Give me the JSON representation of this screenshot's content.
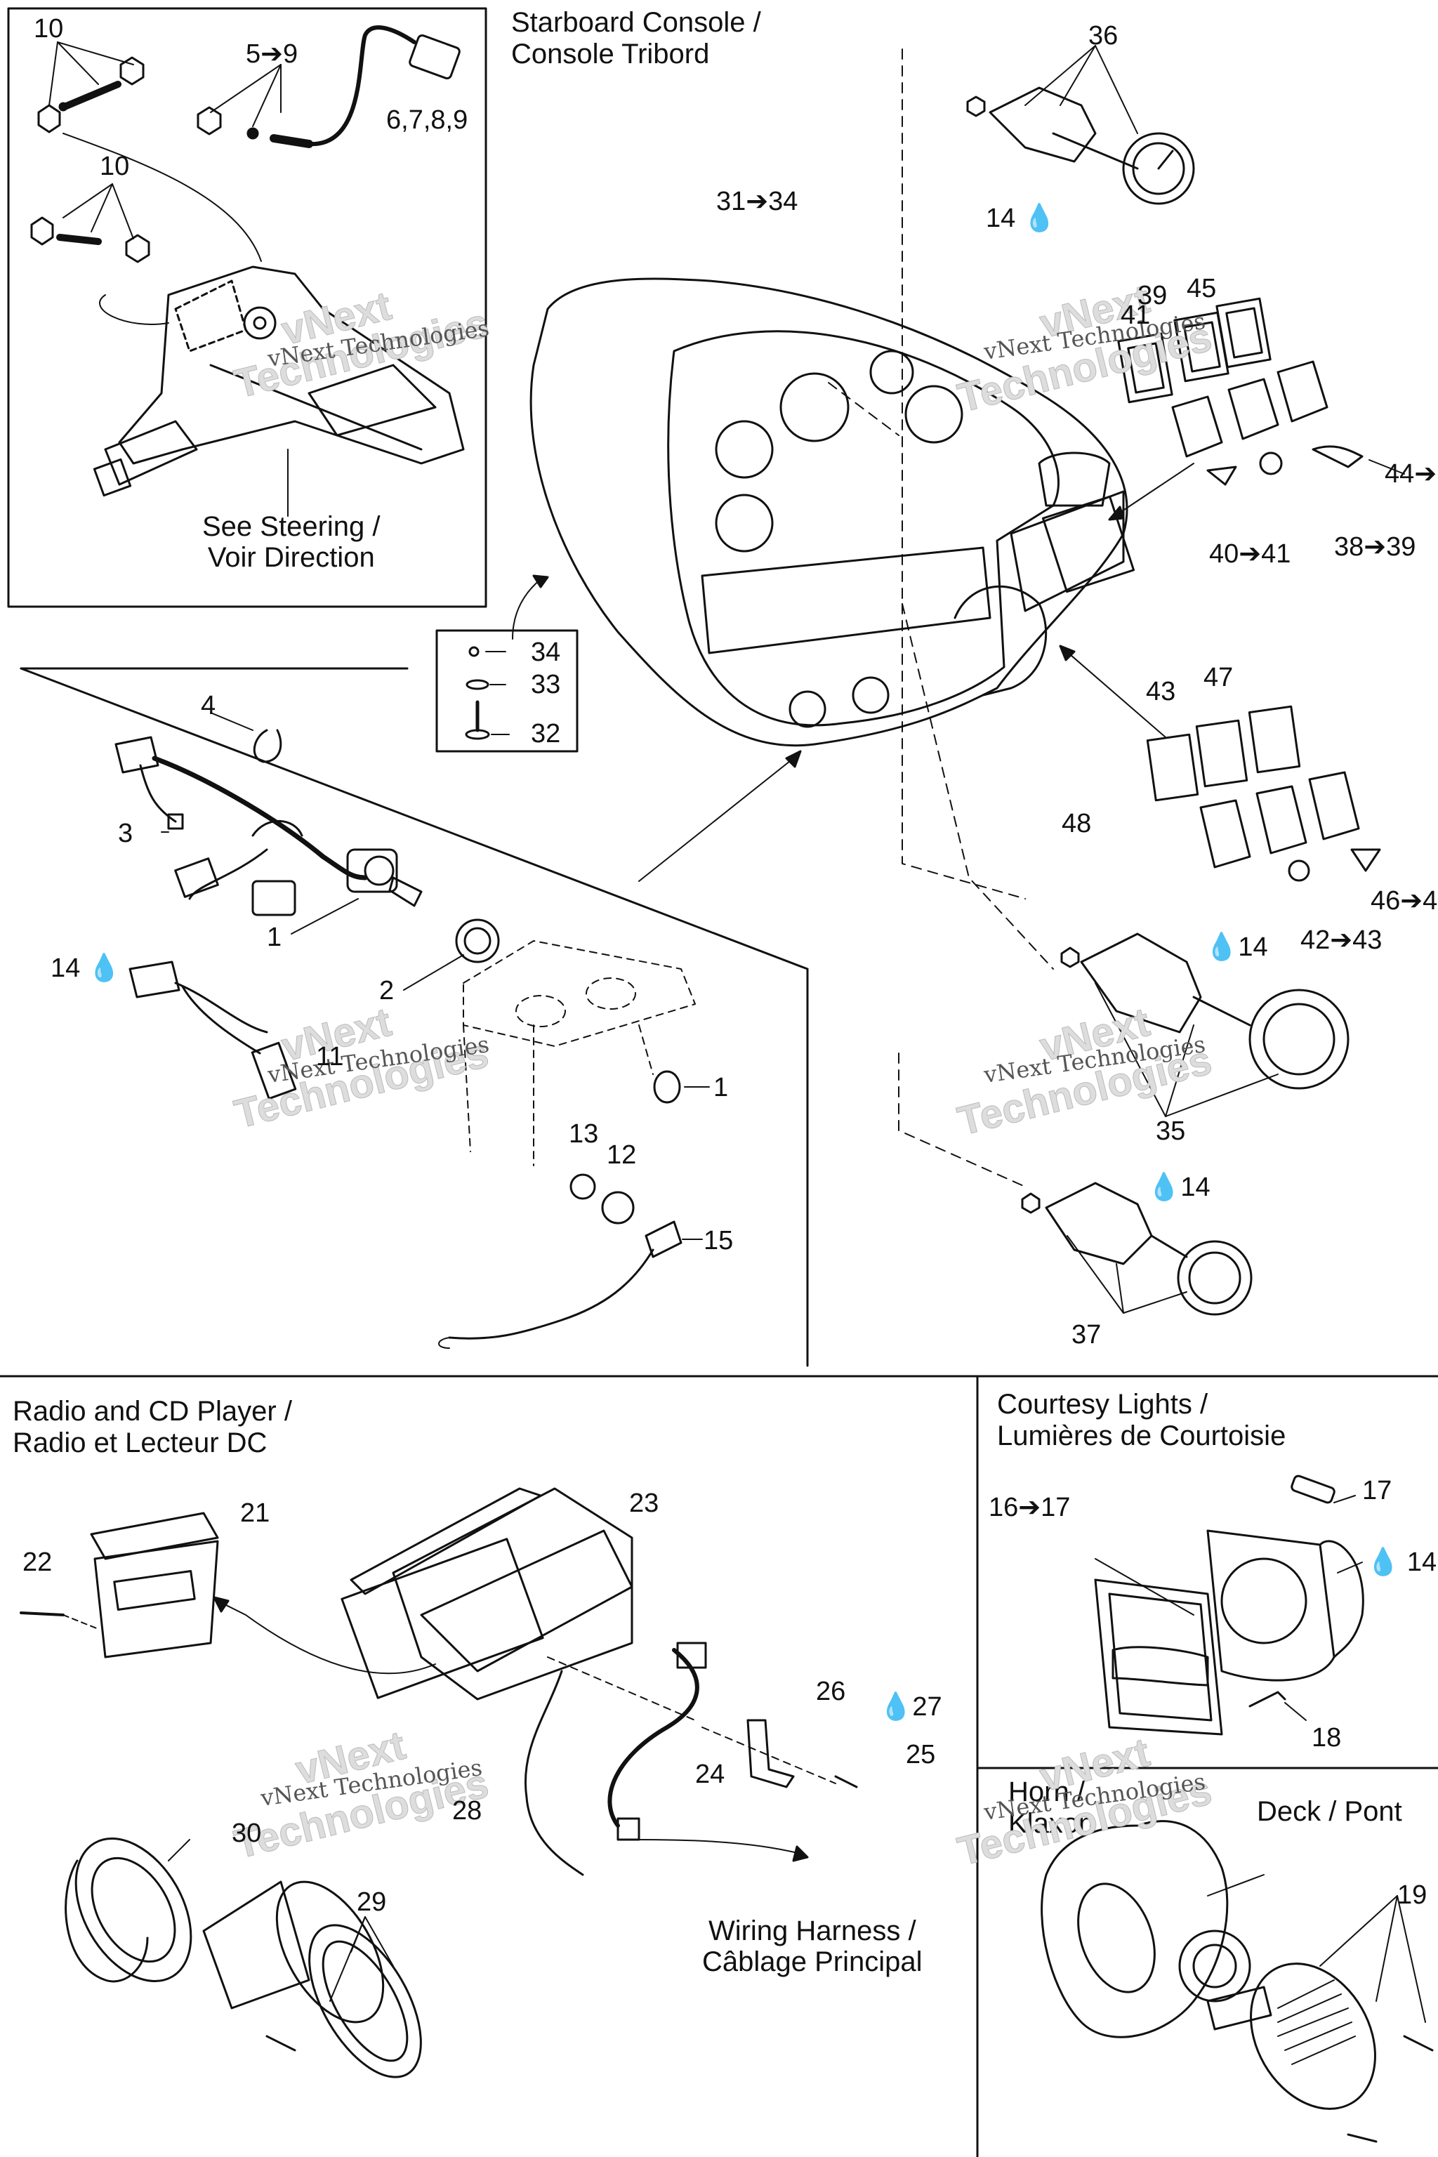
{
  "sections": {
    "starboard_console": [
      "Starboard Console /",
      "Console Tribord"
    ],
    "radio_cd": [
      "Radio and CD Player /",
      "Radio et Lecteur DC"
    ],
    "courtesy_lights": [
      "Courtesy Lights /",
      "Lumières de Courtoisie"
    ],
    "horn": [
      "Horn /",
      "Klaxon"
    ]
  },
  "notes": {
    "see_steering": [
      "See  Steering /",
      "Voir Direction"
    ],
    "wiring_harness": [
      "Wiring Harness /",
      "Câblage Principal"
    ],
    "deck": "Deck / Pont"
  },
  "watermark": {
    "line1": "vNext",
    "line2": "Technologies",
    "inline": "vNext Technologies"
  },
  "part_labels": {
    "p10a": "10",
    "p5_9": "5➔9",
    "p6789": "6,7,8,9",
    "p10b": "10",
    "p36": "36",
    "p14a": "14",
    "p31_34": "31➔34",
    "p39": "39",
    "p41": "41",
    "p45": "45",
    "p44": "44➔",
    "p40_41": "40➔41",
    "p38_39": "38➔39",
    "p34": "34",
    "p33": "33",
    "p32": "32",
    "p4": "4",
    "p3": "3",
    "p1a": "1",
    "p14b": "14",
    "p2": "2",
    "p11": "11",
    "p1b": "1",
    "p13": "13",
    "p12": "12",
    "p15": "15",
    "p43": "43",
    "p47": "47",
    "p48": "48",
    "p46": "46➔4",
    "p42_43": "42➔43",
    "p14c": "14",
    "p35": "35",
    "p14d": "14",
    "p37": "37",
    "p21": "21",
    "p22": "22",
    "p23": "23",
    "p26": "26",
    "p27": "27",
    "p25": "25",
    "p24": "24",
    "p28": "28",
    "p30": "30",
    "p29": "29",
    "p16_17": "16➔17",
    "p17": "17",
    "p14e": "14",
    "p18": "18",
    "p19": "19"
  }
}
